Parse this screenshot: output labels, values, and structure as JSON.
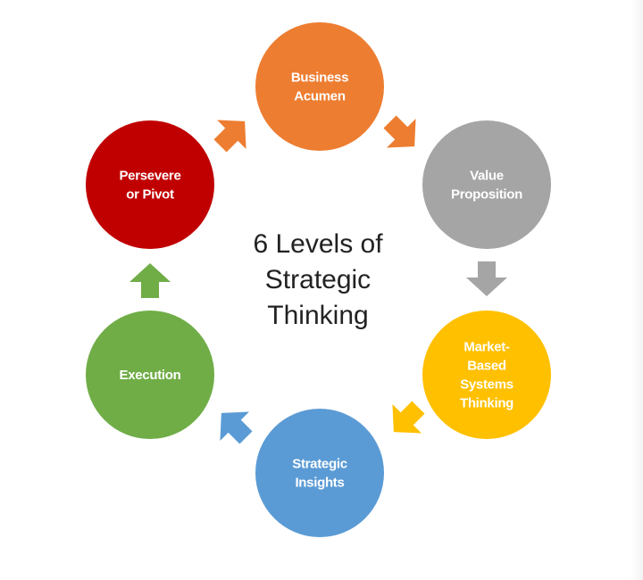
{
  "title": [
    "6 Levels of",
    "Strategic",
    "Thinking"
  ],
  "nodes": [
    {
      "id": "business-acumen",
      "lines": [
        "Business",
        "Acumen"
      ],
      "color": "#ED7D31"
    },
    {
      "id": "value-proposition",
      "lines": [
        "Value",
        "Proposition"
      ],
      "color": "#A5A5A5"
    },
    {
      "id": "market-based-systems-thinking",
      "lines": [
        "Market-",
        "Based",
        "Systems",
        "Thinking"
      ],
      "color": "#FFC000"
    },
    {
      "id": "strategic-insights",
      "lines": [
        "Strategic",
        "Insights"
      ],
      "color": "#5B9BD5"
    },
    {
      "id": "execution",
      "lines": [
        "Execution"
      ],
      "color": "#70AD47"
    },
    {
      "id": "persevere-or-pivot",
      "lines": [
        "Persevere",
        "or Pivot"
      ],
      "color": "#C00000"
    }
  ],
  "arrows": [
    {
      "from": "persevere-or-pivot",
      "to": "business-acumen",
      "color": "#ED7D31"
    },
    {
      "from": "business-acumen",
      "to": "value-proposition",
      "color": "#ED7D31"
    },
    {
      "from": "value-proposition",
      "to": "market-based-systems-thinking",
      "color": "#A5A5A5"
    },
    {
      "from": "market-based-systems-thinking",
      "to": "strategic-insights",
      "color": "#FFC000"
    },
    {
      "from": "strategic-insights",
      "to": "execution",
      "color": "#5B9BD5"
    },
    {
      "from": "execution",
      "to": "persevere-or-pivot",
      "color": "#70AD47"
    }
  ]
}
